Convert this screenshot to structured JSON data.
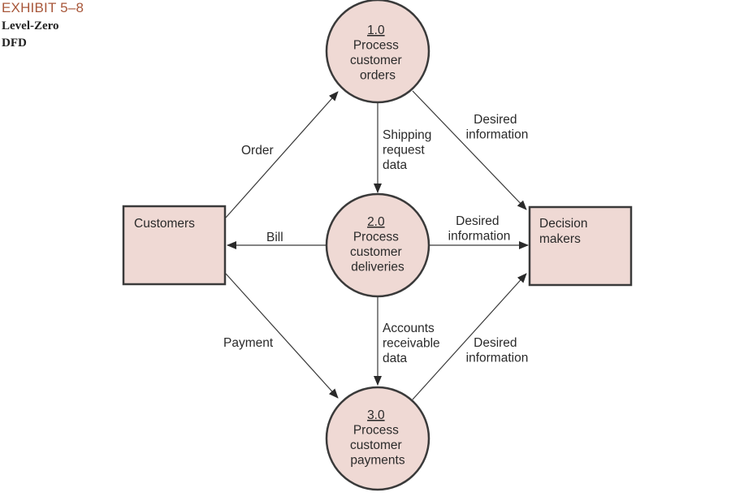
{
  "exhibit": {
    "title": "EXHIBIT 5–8",
    "subtitle_lines": [
      "Level-Zero",
      "DFD"
    ]
  },
  "colors": {
    "fill": "#efd9d4",
    "stroke": "#3a3a3a",
    "title": "#a8573a"
  },
  "entities": {
    "customers": {
      "label": "Customers"
    },
    "decision_makers": {
      "label_lines": [
        "Decision",
        "makers"
      ]
    }
  },
  "processes": {
    "p1": {
      "number": "1.0",
      "lines": [
        "Process",
        "customer",
        "orders"
      ]
    },
    "p2": {
      "number": "2.0",
      "lines": [
        "Process",
        "customer",
        "deliveries"
      ]
    },
    "p3": {
      "number": "3.0",
      "lines": [
        "Process",
        "customer",
        "payments"
      ]
    }
  },
  "flows": {
    "order": {
      "lines": [
        "Order"
      ]
    },
    "bill": {
      "lines": [
        "Bill"
      ]
    },
    "payment": {
      "lines": [
        "Payment"
      ]
    },
    "shipping": {
      "lines": [
        "Shipping",
        "request",
        "data"
      ]
    },
    "accounts": {
      "lines": [
        "Accounts",
        "receivable",
        "data"
      ]
    },
    "desired1": {
      "lines": [
        "Desired",
        "information"
      ]
    },
    "desired2": {
      "lines": [
        "Desired",
        "information"
      ]
    },
    "desired3": {
      "lines": [
        "Desired",
        "information"
      ]
    }
  }
}
